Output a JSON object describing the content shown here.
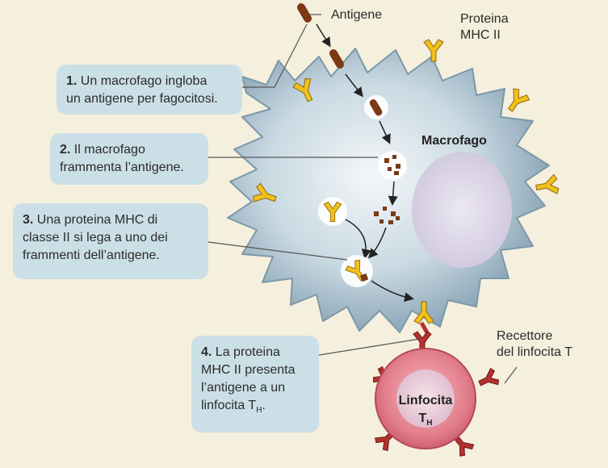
{
  "labels": {
    "antigen": "Antigene",
    "mhc_line1": "Proteina",
    "mhc_line2": "MHC II",
    "macrophage": "Macrofago",
    "receptor_line1": "Recettore",
    "receptor_line2": "del linfocita T",
    "lymphocyte_line1": "Linfocita",
    "lymphocyte_T": "T",
    "lymphocyte_sub": "H"
  },
  "steps": [
    {
      "number": "1.",
      "line1": "Un macrofago ingloba",
      "line2": "un antigene per fagocitosi."
    },
    {
      "number": "2.",
      "line1": "Il macrofago",
      "line2": "frammenta l’antigene."
    },
    {
      "number": "3.",
      "line1": "Una proteina MHC di",
      "line2": "classe II si lega a uno dei",
      "line3": "frammenti dell’antigene."
    },
    {
      "number": "4.",
      "line1": "La proteina",
      "line2": "MHC II presenta",
      "line3": "l’antigene a un",
      "line4": "linfocita T",
      "line4_sub": "H",
      "line4_end": "."
    }
  ],
  "colors": {
    "background": "#f5efdd",
    "box": "#cbdfe6",
    "macrophage_body": "#b8cdd8",
    "macrophage_edge": "#8fa9b8",
    "nucleus": "#d9d4e6",
    "mhc_yellow": "#f2c01c",
    "antigen_brown": "#7a3a14",
    "lymphocyte": "#e27a86",
    "receptor_red": "#b5302e"
  }
}
